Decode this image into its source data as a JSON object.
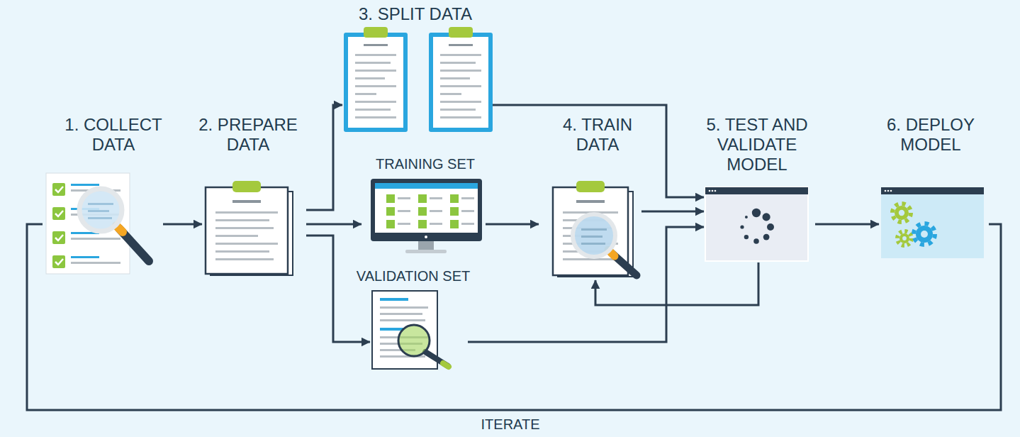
{
  "diagram": {
    "nodes": [
      {
        "text": [
          "1. COLLECT DATA"
        ]
      },
      {
        "text": [
          "2. PREPARE DATA"
        ]
      },
      {
        "text": [
          "3. SPLIT DATA"
        ]
      },
      {
        "text": [
          "TRAINING SET"
        ]
      },
      {
        "text": [
          "VALIDATION SET"
        ]
      },
      {
        "text": [
          "4. TRAIN DATA"
        ]
      },
      {
        "text": [
          "5. TEST AND VALIDATE MODEL"
        ]
      },
      {
        "text": [
          "6. DEPLOY MODEL"
        ]
      }
    ],
    "edges": [
      {
        "from": 0,
        "to": 1,
        "arrow": "to"
      },
      {
        "from": 1,
        "to": 2,
        "arrow": "to"
      },
      {
        "from": 1,
        "to": 3,
        "arrow": "to"
      },
      {
        "from": 1,
        "to": 4,
        "arrow": "to"
      },
      {
        "from": 2,
        "to": 6,
        "arrow": "to"
      },
      {
        "from": 3,
        "to": 5,
        "arrow": "to"
      },
      {
        "from": 5,
        "to": 6,
        "arrow": "to"
      },
      {
        "from": 4,
        "to": 6,
        "arrow": "to"
      },
      {
        "from": 6,
        "to": 5,
        "arrow": "to"
      },
      {
        "from": 6,
        "to": 7,
        "arrow": "to"
      },
      {
        "from": 7,
        "to": 0,
        "label": "ITERATE",
        "arrow": "none"
      }
    ]
  }
}
